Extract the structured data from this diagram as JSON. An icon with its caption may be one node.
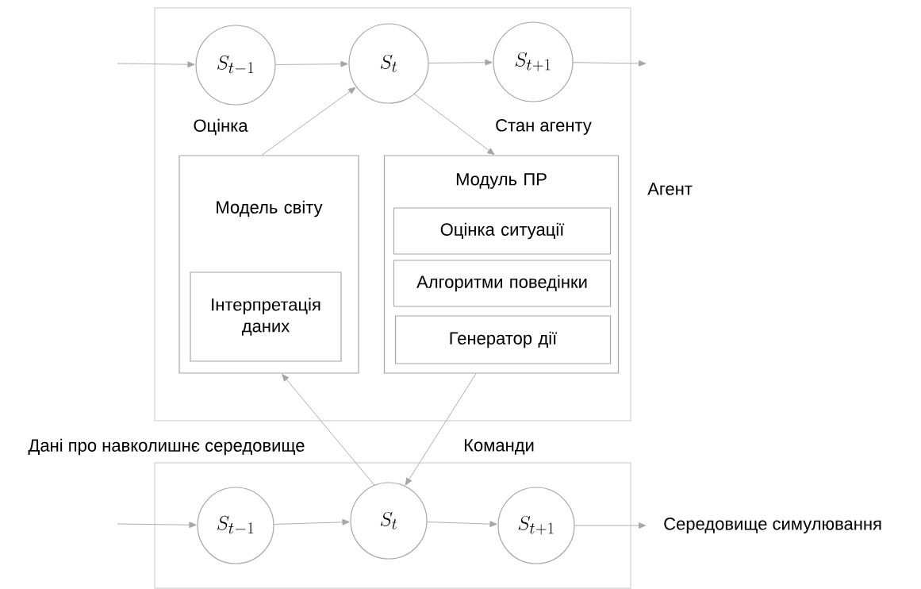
{
  "diagram": {
    "nodes": [
      {
        "text": [
          "Агент"
        ]
      },
      {
        "text": [
          "S_{t-1}"
        ],
        "in": 0
      },
      {
        "text": [
          "S_{t}"
        ],
        "in": 0
      },
      {
        "text": [
          "S_{t+1}"
        ],
        "in": 0
      },
      {
        "text": [
          "Модель світу"
        ],
        "in": 0
      },
      {
        "text": [
          "Інтерпретація даних"
        ],
        "in": 4
      },
      {
        "text": [
          "Модуль ПР"
        ],
        "in": 0
      },
      {
        "text": [
          "Оцінка ситуації"
        ],
        "in": 6
      },
      {
        "text": [
          "Алгоритми поведінки"
        ],
        "in": 6
      },
      {
        "text": [
          "Генератор дії"
        ],
        "in": 6
      },
      {
        "text": [
          "Середовище симулювання"
        ]
      },
      {
        "text": [
          "S_{t-1}"
        ],
        "in": 10
      },
      {
        "text": [
          "S_{t}"
        ],
        "in": 10
      },
      {
        "text": [
          "S_{t+1}"
        ],
        "in": 10
      }
    ],
    "edges": [
      {
        "from": null,
        "to": 1,
        "arrow": "to"
      },
      {
        "from": 1,
        "to": 2,
        "arrow": "to"
      },
      {
        "from": 2,
        "to": 3,
        "arrow": "to"
      },
      {
        "from": 3,
        "to": null,
        "arrow": "to"
      },
      {
        "from": 4,
        "to": 2,
        "arrow": "to",
        "label": "Оцінка"
      },
      {
        "from": 2,
        "to": 6,
        "arrow": "to",
        "label": "Стан агенту"
      },
      {
        "from": 12,
        "to": 4,
        "arrow": "to",
        "label": "Дані про навколишнє середовище"
      },
      {
        "from": 6,
        "to": 12,
        "arrow": "to",
        "label": "Команди"
      },
      {
        "from": null,
        "to": 11,
        "arrow": "to"
      },
      {
        "from": 11,
        "to": 12,
        "arrow": "to"
      },
      {
        "from": 12,
        "to": 13,
        "arrow": "to"
      },
      {
        "from": 13,
        "to": null,
        "arrow": "to"
      }
    ]
  }
}
